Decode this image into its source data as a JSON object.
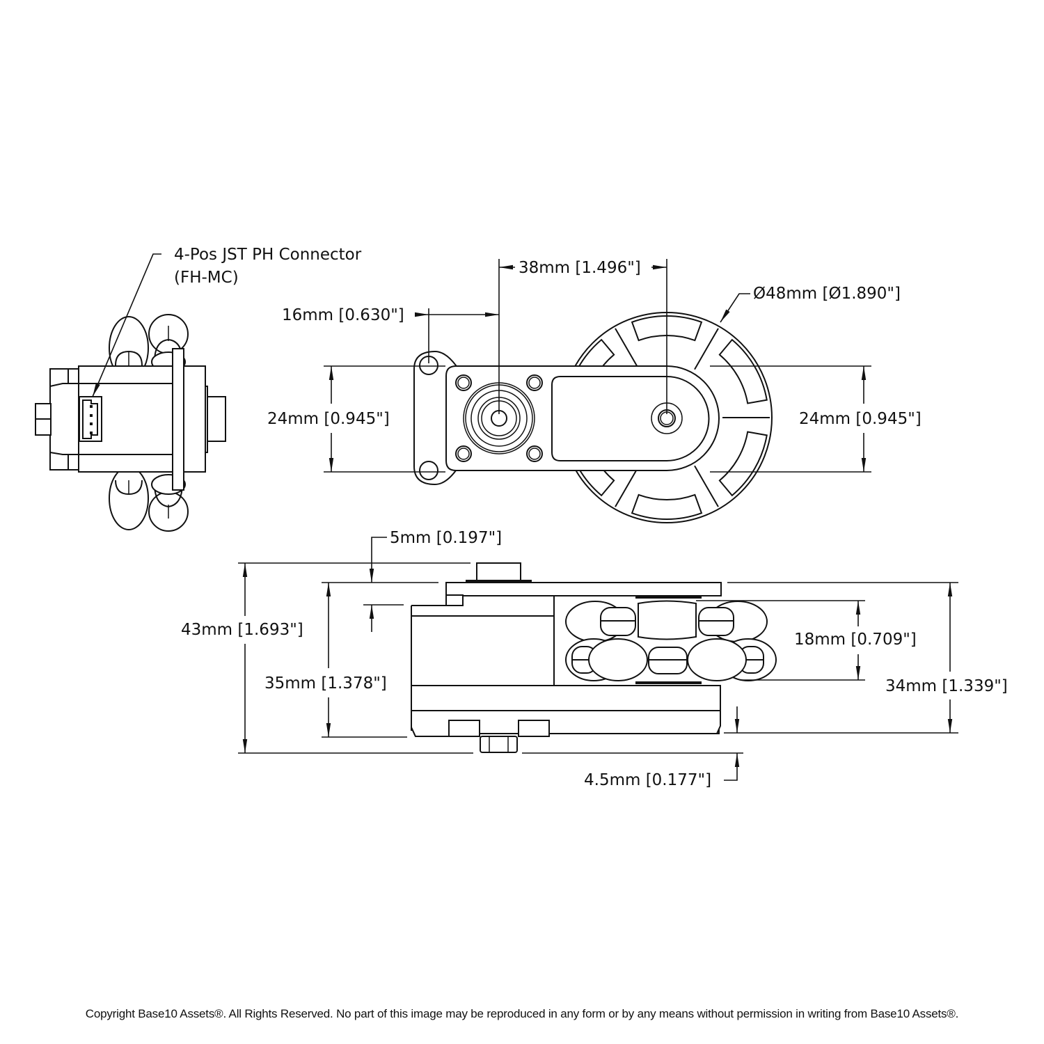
{
  "callouts": {
    "connector_line1": "4-Pos JST PH Connector",
    "connector_line2": "(FH-MC)",
    "wheel_diameter": "Ø48mm [Ø1.890\"]"
  },
  "dimensions": {
    "center_distance": "38mm [1.496\"]",
    "mount_offset": "16mm [0.630\"]",
    "bracket_height_left": "24mm [0.945\"]",
    "bracket_height_right": "24mm [0.945\"]",
    "cap_height": "5mm [0.197\"]",
    "overall_height": "43mm [1.693\"]",
    "body_height": "35mm [1.378\"]",
    "wheel_width": "18mm [0.709\"]",
    "arm_height": "34mm [1.339\"]",
    "nut_protrusion": "4.5mm [0.177\"]"
  },
  "footer": {
    "copyright": "Copyright Base10 Assets®.  All Rights Reserved. No part of this image may be reproduced in any form or by any means without permission in writing from Base10 Assets®."
  },
  "colors": {
    "line": "#111111",
    "background": "#ffffff"
  }
}
